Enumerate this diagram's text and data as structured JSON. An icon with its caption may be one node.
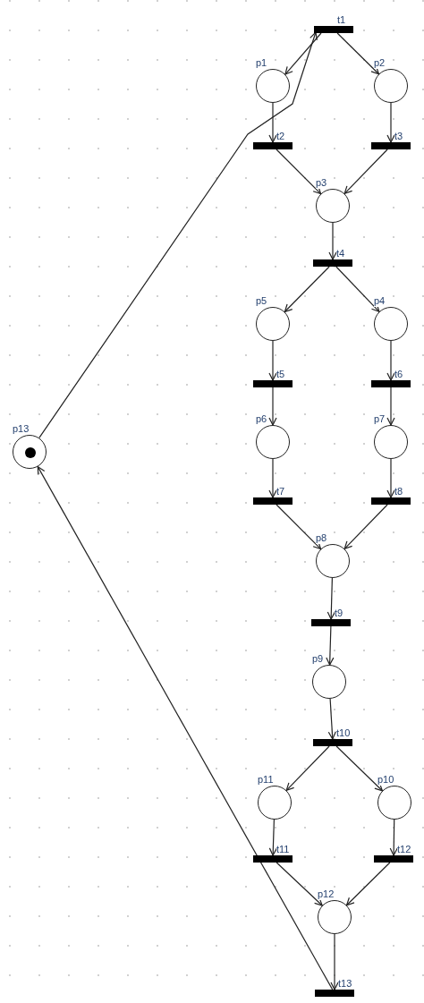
{
  "diagram": {
    "nodes": [
      {
        "text": [
          "t1"
        ]
      },
      {
        "text": [
          "p1"
        ]
      },
      {
        "text": [
          "p2"
        ]
      },
      {
        "text": [
          "t2"
        ]
      },
      {
        "text": [
          "t3"
        ]
      },
      {
        "text": [
          "p3"
        ]
      },
      {
        "text": [
          "t4"
        ]
      },
      {
        "text": [
          "p5"
        ]
      },
      {
        "text": [
          "p4"
        ]
      },
      {
        "text": [
          "t5"
        ]
      },
      {
        "text": [
          "t6"
        ]
      },
      {
        "text": [
          "p13"
        ]
      },
      {
        "text": [],
        "shape": "circle",
        "in": 11
      },
      {
        "text": [
          "p6"
        ]
      },
      {
        "text": [
          "p7"
        ]
      },
      {
        "text": [
          "t7"
        ]
      },
      {
        "text": [
          "t8"
        ]
      },
      {
        "text": [
          "p8"
        ]
      },
      {
        "text": [
          "t9"
        ]
      },
      {
        "text": [
          "p9"
        ]
      },
      {
        "text": [
          "t10"
        ]
      },
      {
        "text": [
          "p11"
        ]
      },
      {
        "text": [
          "p10"
        ]
      },
      {
        "text": [
          "t11"
        ]
      },
      {
        "text": [
          "t12"
        ]
      },
      {
        "text": [
          "p12"
        ]
      },
      {
        "text": [
          "t13"
        ]
      }
    ],
    "edges": [
      {
        "from": 11,
        "to": 0,
        "arrow": "to"
      },
      {
        "from": 0,
        "to": 1,
        "arrow": "to"
      },
      {
        "from": 0,
        "to": 2,
        "arrow": "to"
      },
      {
        "from": 1,
        "to": 3,
        "arrow": "to"
      },
      {
        "from": 2,
        "to": 4,
        "arrow": "to"
      },
      {
        "from": 3,
        "to": 5,
        "arrow": "to"
      },
      {
        "from": 4,
        "to": 5,
        "arrow": "to"
      },
      {
        "from": 5,
        "to": 6,
        "arrow": "to"
      },
      {
        "from": 6,
        "to": 7,
        "arrow": "to"
      },
      {
        "from": 6,
        "to": 8,
        "arrow": "to"
      },
      {
        "from": 7,
        "to": 9,
        "arrow": "to"
      },
      {
        "from": 8,
        "to": 10,
        "arrow": "to"
      },
      {
        "from": 9,
        "to": 13,
        "arrow": "to"
      },
      {
        "from": 10,
        "to": 14,
        "arrow": "to"
      },
      {
        "from": 13,
        "to": 15,
        "arrow": "to"
      },
      {
        "from": 14,
        "to": 16,
        "arrow": "to"
      },
      {
        "from": 15,
        "to": 17,
        "arrow": "to"
      },
      {
        "from": 16,
        "to": 17,
        "arrow": "to"
      },
      {
        "from": 17,
        "to": 18,
        "arrow": "to"
      },
      {
        "from": 18,
        "to": 19,
        "arrow": "to"
      },
      {
        "from": 19,
        "to": 20,
        "arrow": "to"
      },
      {
        "from": 20,
        "to": 21,
        "arrow": "to"
      },
      {
        "from": 20,
        "to": 22,
        "arrow": "to"
      },
      {
        "from": 21,
        "to": 23,
        "arrow": "to"
      },
      {
        "from": 22,
        "to": 24,
        "arrow": "to"
      },
      {
        "from": 23,
        "to": 25,
        "arrow": "to"
      },
      {
        "from": 24,
        "to": 25,
        "arrow": "to"
      },
      {
        "from": 25,
        "to": 26,
        "arrow": "to"
      },
      {
        "from": 26,
        "to": 11,
        "arrow": "to"
      }
    ]
  }
}
